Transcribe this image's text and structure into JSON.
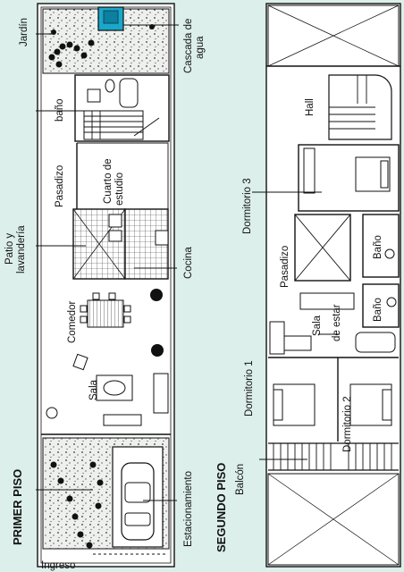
{
  "floor_labels": {
    "first_floor": "PRIMER PISO",
    "second_floor": "SEGUNDO PISO"
  },
  "first_floor_rooms": {
    "garden": "Jardín",
    "water_cascade_1": "Cascada de",
    "water_cascade_2": "agua",
    "bathroom": "baño",
    "hallway": "Pasadizo",
    "study_1": "Cuarto de",
    "study_2": "estudio",
    "laundry_1": "Patio y",
    "laundry_2": "lavandería",
    "kitchen": "Cocina",
    "dining": "Comedor",
    "living": "Sala",
    "parking": "Estacionamiento",
    "entrance": "Ingreso"
  },
  "second_floor_rooms": {
    "hall": "Hall",
    "bedroom_3": "Dormitorio 3",
    "hallway": "Pasadizo",
    "bath_upper": "Baño",
    "bath_lower": "Baño",
    "family_room_1": "Sala",
    "family_room_2": "de estar",
    "bedroom_1": "Dormitorio 1",
    "bedroom_2": "Dormitorio 2",
    "balcony": "Balcón"
  },
  "colors": {
    "background": "#dcefea",
    "walls": "#111111",
    "floor": "#ffffff",
    "water": "#1aa7c9"
  }
}
